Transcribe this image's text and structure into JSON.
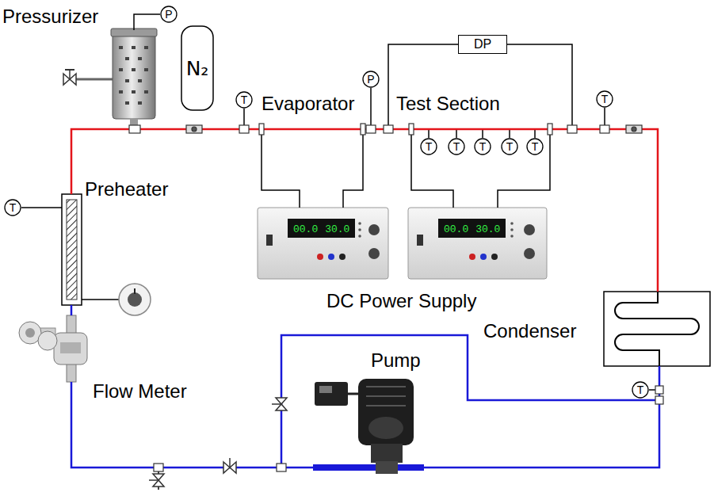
{
  "diagram": {
    "nodes": [
      {
        "text": [
          "Pressurizer"
        ]
      },
      {
        "text": [
          "P"
        ]
      },
      {
        "text": [
          "N₂"
        ]
      },
      {
        "text": [
          "T"
        ]
      },
      {
        "text": [
          "P"
        ]
      },
      {
        "text": [
          "DP"
        ]
      },
      {
        "text": [
          "T"
        ]
      },
      {
        "text": [
          "T"
        ]
      },
      {
        "text": [
          "T"
        ]
      },
      {
        "text": [
          "T"
        ]
      },
      {
        "text": [
          "T"
        ]
      },
      {
        "text": [
          "T"
        ]
      },
      {
        "text": [
          "T"
        ]
      },
      {
        "text": [
          "Preheater"
        ]
      },
      {
        "text": [
          "00.0",
          "30.0"
        ]
      },
      {
        "text": [
          "00.0",
          "30.0"
        ]
      },
      {
        "text": [
          "Condenser"
        ]
      },
      {
        "text": [
          "Pump"
        ]
      },
      {
        "text": [
          "T"
        ]
      },
      {
        "text": [
          "Flow Meter"
        ]
      }
    ],
    "edges": [
      {
        "from": 1,
        "to": 0,
        "arrow": "none"
      },
      {
        "from": 12,
        "to": 13,
        "arrow": "none"
      },
      {
        "from": 13,
        "to": 16,
        "arrow": "none"
      },
      {
        "from": 16,
        "to": 17,
        "arrow": "none"
      },
      {
        "from": 17,
        "to": 19,
        "arrow": "none"
      },
      {
        "from": 19,
        "to": 13,
        "arrow": "none"
      }
    ],
    "labels": [
      "Evaporator",
      "Test Section",
      "DC Power Supply"
    ]
  }
}
